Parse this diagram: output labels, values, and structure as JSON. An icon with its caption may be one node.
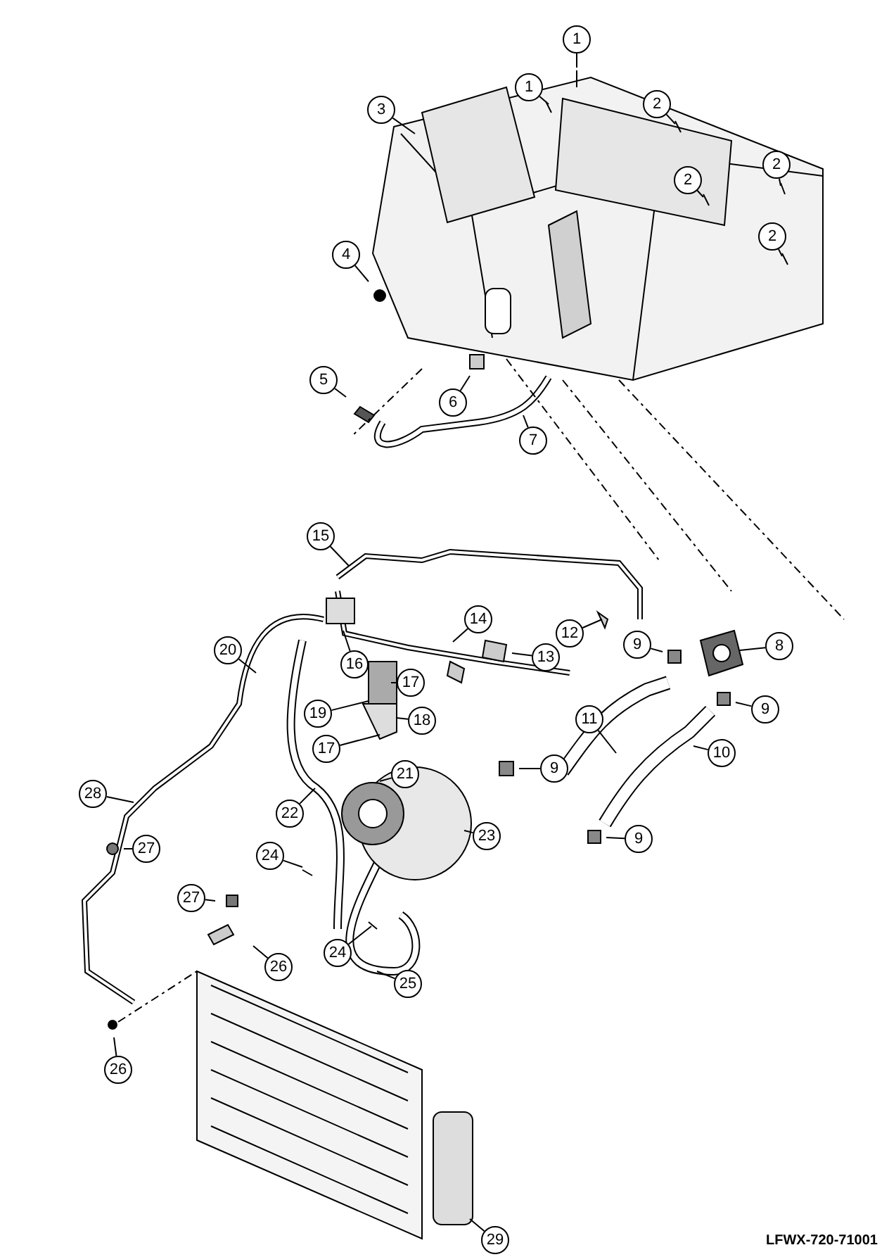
{
  "diagram": {
    "nodes": [
      {
        "text": [
          "1"
        ]
      },
      {
        "text": [
          "1"
        ]
      },
      {
        "text": [
          "2"
        ]
      },
      {
        "text": [
          "3"
        ]
      },
      {
        "text": [
          "2"
        ]
      },
      {
        "text": [
          "2"
        ]
      },
      {
        "text": [
          "2"
        ]
      },
      {
        "text": [
          "4"
        ]
      },
      {
        "text": [
          "5"
        ]
      },
      {
        "text": [
          "6"
        ]
      },
      {
        "text": [
          "7"
        ]
      },
      {
        "text": [
          "15"
        ]
      },
      {
        "text": [
          "14"
        ]
      },
      {
        "text": [
          "8"
        ]
      },
      {
        "text": [
          "9"
        ]
      },
      {
        "text": [
          "13"
        ]
      },
      {
        "text": [
          "12"
        ]
      },
      {
        "text": [
          "16"
        ]
      },
      {
        "text": [
          "20"
        ]
      },
      {
        "text": [
          "17"
        ]
      },
      {
        "text": [
          "11"
        ]
      },
      {
        "text": [
          "18"
        ]
      },
      {
        "text": [
          "9"
        ]
      },
      {
        "text": [
          "10"
        ]
      },
      {
        "text": [
          "19"
        ]
      },
      {
        "text": [
          "17"
        ]
      },
      {
        "text": [
          "21"
        ]
      },
      {
        "text": [
          "9"
        ]
      },
      {
        "text": [
          "22"
        ]
      },
      {
        "text": [
          "23"
        ]
      },
      {
        "text": [
          "28"
        ]
      },
      {
        "text": [
          "27"
        ]
      },
      {
        "text": [
          "24"
        ]
      },
      {
        "text": [
          "9"
        ]
      },
      {
        "text": [
          "27"
        ]
      },
      {
        "text": [
          "24"
        ]
      },
      {
        "text": [
          "26"
        ]
      },
      {
        "text": [
          "25"
        ]
      },
      {
        "text": [
          "26"
        ]
      },
      {
        "text": [
          "29"
        ]
      }
    ],
    "edges": [
      {
        "from": 0,
        "to": null,
        "arrow": "none"
      },
      {
        "from": 1,
        "to": null,
        "arrow": "none"
      },
      {
        "from": 2,
        "to": null,
        "arrow": "none"
      },
      {
        "from": 3,
        "to": null,
        "arrow": "none"
      },
      {
        "from": 4,
        "to": null,
        "arrow": "none"
      },
      {
        "from": 5,
        "to": null,
        "arrow": "none"
      },
      {
        "from": 6,
        "to": null,
        "arrow": "none"
      },
      {
        "from": 7,
        "to": null,
        "arrow": "none"
      },
      {
        "from": 8,
        "to": null,
        "arrow": "none"
      },
      {
        "from": 9,
        "to": null,
        "arrow": "none"
      },
      {
        "from": 10,
        "to": null,
        "arrow": "none"
      },
      {
        "from": 11,
        "to": null,
        "arrow": "none"
      },
      {
        "from": 12,
        "to": null,
        "arrow": "none"
      },
      {
        "from": 13,
        "to": null,
        "arrow": "none"
      },
      {
        "from": 14,
        "to": null,
        "arrow": "none"
      },
      {
        "from": 15,
        "to": null,
        "arrow": "none"
      },
      {
        "from": 16,
        "to": null,
        "arrow": "none"
      },
      {
        "from": 17,
        "to": null,
        "arrow": "none"
      },
      {
        "from": 18,
        "to": null,
        "arrow": "none"
      },
      {
        "from": 19,
        "to": null,
        "arrow": "none"
      },
      {
        "from": 20,
        "to": null,
        "arrow": "none"
      },
      {
        "from": 21,
        "to": null,
        "arrow": "none"
      },
      {
        "from": 22,
        "to": null,
        "arrow": "none"
      },
      {
        "from": 23,
        "to": null,
        "arrow": "none"
      },
      {
        "from": 24,
        "to": null,
        "arrow": "none"
      },
      {
        "from": 25,
        "to": null,
        "arrow": "none"
      },
      {
        "from": 26,
        "to": null,
        "arrow": "none"
      },
      {
        "from": 27,
        "to": null,
        "arrow": "none"
      },
      {
        "from": 28,
        "to": null,
        "arrow": "none"
      },
      {
        "from": 29,
        "to": null,
        "arrow": "none"
      },
      {
        "from": 30,
        "to": null,
        "arrow": "none"
      },
      {
        "from": 31,
        "to": null,
        "arrow": "none"
      },
      {
        "from": 32,
        "to": null,
        "arrow": "none"
      },
      {
        "from": 33,
        "to": null,
        "arrow": "none"
      },
      {
        "from": 34,
        "to": null,
        "arrow": "none"
      },
      {
        "from": 35,
        "to": null,
        "arrow": "none"
      },
      {
        "from": 36,
        "to": null,
        "arrow": "none"
      },
      {
        "from": 37,
        "to": null,
        "arrow": "none"
      },
      {
        "from": 38,
        "to": null,
        "arrow": "none"
      },
      {
        "from": 39,
        "to": null,
        "arrow": "none"
      }
    ],
    "labels": [
      "LFWX-720-71001"
    ]
  }
}
